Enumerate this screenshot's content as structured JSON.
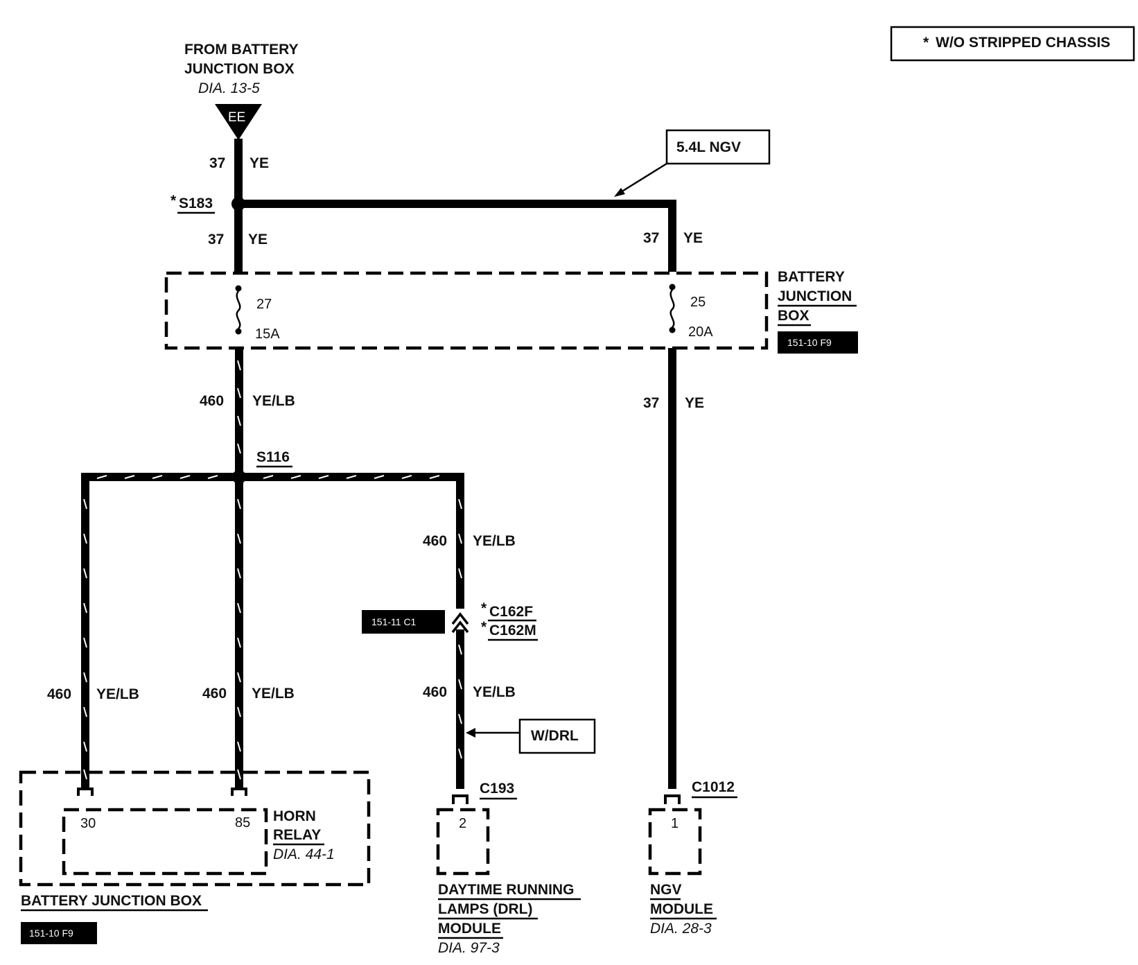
{
  "note": {
    "star": "*",
    "text": "W/O STRIPPED CHASSIS"
  },
  "source": {
    "line1": "FROM BATTERY",
    "line2": "JUNCTION BOX",
    "dia": "DIA. 13-5",
    "terminal": "EE"
  },
  "wires": {
    "w37": "37",
    "ye": "YE",
    "w460": "460",
    "yelb": "YE/LB"
  },
  "splices": {
    "s183_star": "*",
    "s183": "S183",
    "s116": "S116"
  },
  "ngv_option": "5.4L  NGV",
  "drl_option": "W/DRL",
  "bjb_top": {
    "line1": "BATTERY",
    "line2": "JUNCTION",
    "line3": "BOX",
    "ref": "151-10 F9",
    "fuse_left_num": "27",
    "fuse_left_amp": "15A",
    "fuse_right_num": "25",
    "fuse_right_amp": "20A"
  },
  "connectors": {
    "c162_ref": "151-11 C1",
    "c162f": "C162F",
    "c162m": "C162M",
    "star": "*",
    "c193": "C193",
    "c1012": "C1012"
  },
  "horn_relay": {
    "line1": "HORN",
    "line2": "RELAY",
    "dia": "DIA. 44-1",
    "pin_a": "30",
    "pin_b": "85"
  },
  "bjb_bottom": {
    "label": "BATTERY JUNCTION BOX",
    "ref": "151-10 F9"
  },
  "drl_module": {
    "pin": "2",
    "line1": "DAYTIME RUNNING",
    "line2": "LAMPS (DRL)",
    "line3": "MODULE",
    "dia": "DIA. 97-3"
  },
  "ngv_module": {
    "pin": "1",
    "line1": "NGV",
    "line2": "MODULE",
    "dia": "DIA. 28-3"
  }
}
